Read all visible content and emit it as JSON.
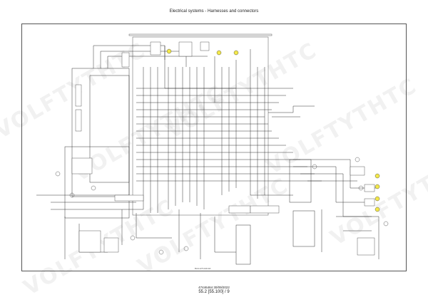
{
  "page": {
    "title": "Electrical systems - Harnesses and connectors",
    "figure_ref": "BAIL12TH4210A",
    "doc_code": "47446464 30/09/2022",
    "page_number": "55.2 [55.100] / 9"
  },
  "watermark": {
    "text": "VOLFTYTHTC",
    "color": "#bcbcbc"
  }
}
